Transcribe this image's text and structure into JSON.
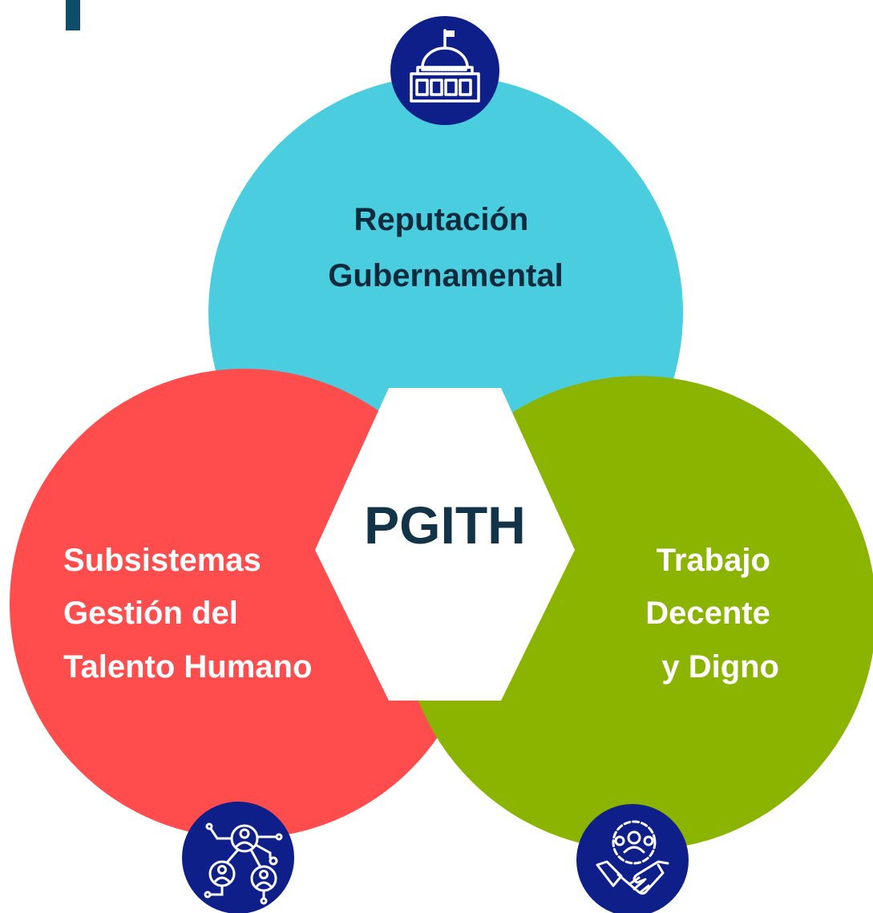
{
  "diagram": {
    "center": {
      "label": "PGITH",
      "color": "#123348"
    },
    "circles": [
      {
        "id": "reputacion",
        "lines": [
          "Reputación",
          "Gubernamental"
        ],
        "color": "#4ACDDE",
        "text_color": "#0E2A3D",
        "icon": "government-building-icon"
      },
      {
        "id": "subsistemas",
        "lines": [
          "Subsistemas",
          "Gestión del",
          "Talento Humano"
        ],
        "color": "#FF4C4C",
        "text_color": "#FFFFFF",
        "icon": "people-network-icon"
      },
      {
        "id": "trabajo",
        "lines": [
          "Trabajo",
          "Decente",
          "y Digno"
        ],
        "color": "#8BB400",
        "text_color": "#FFFFFF",
        "icon": "handshake-team-icon"
      }
    ],
    "icon_badge_color": "#0F1F8A"
  }
}
